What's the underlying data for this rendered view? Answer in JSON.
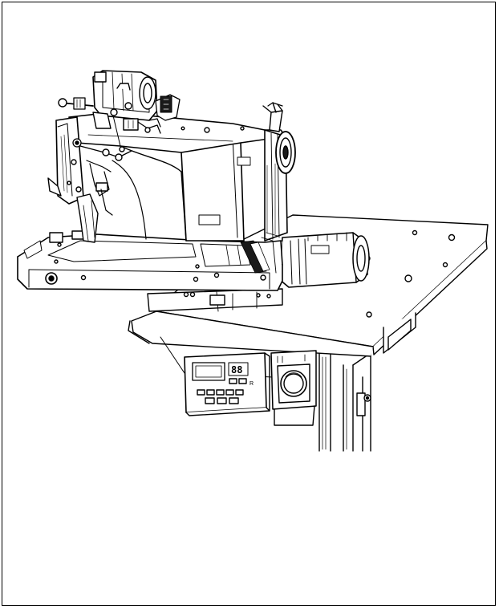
{
  "figure": {
    "subject": "industrial-sewing-machine-on-table",
    "colors": {
      "line": "#000000",
      "paper": "#ffffff",
      "shade": "#d9d9d9",
      "dark": "#1a1a1a"
    }
  },
  "control_panel": {
    "display_digits": "88",
    "side_mark": "R"
  }
}
